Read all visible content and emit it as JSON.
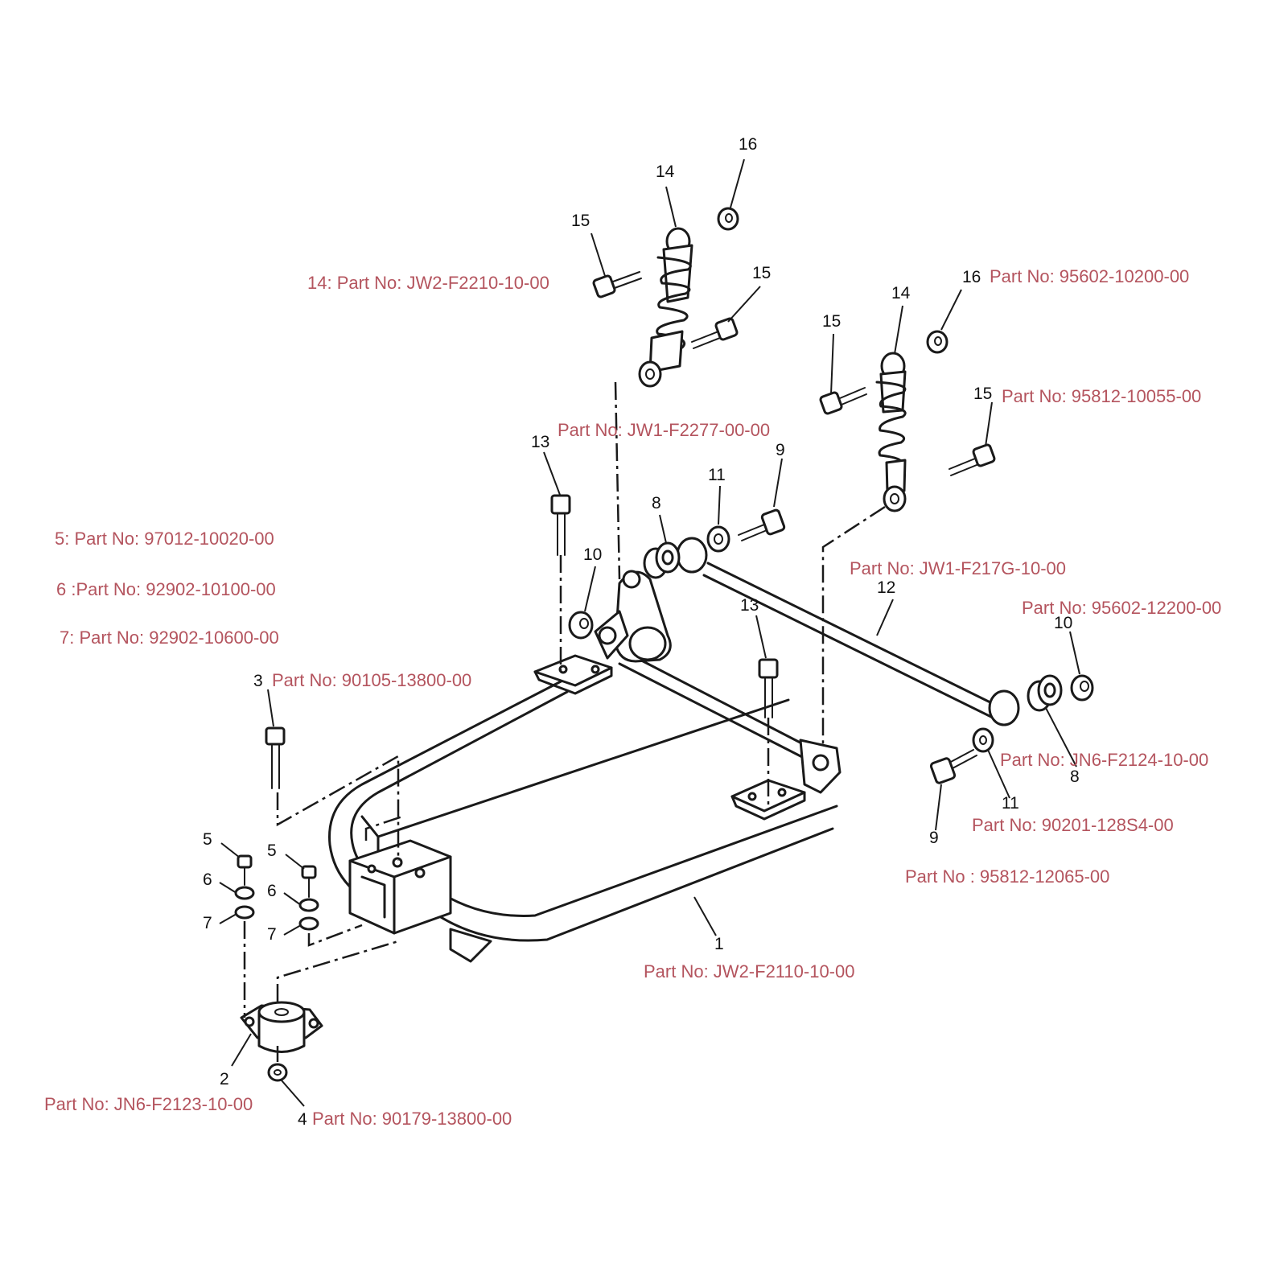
{
  "callouts": {
    "c1": "1",
    "c2": "2",
    "c3": "3",
    "c4": "4",
    "c5a": "5",
    "c5b": "5",
    "c6a": "6",
    "c6b": "6",
    "c7a": "7",
    "c7b": "7",
    "c8a": "8",
    "c8b": "8",
    "c9a": "9",
    "c9b": "9",
    "c10a": "10",
    "c10b": "10",
    "c11a": "11",
    "c11b": "11",
    "c12": "12",
    "c13a": "13",
    "c13b": "13",
    "c14a": "14",
    "c14b": "14",
    "c15a": "15",
    "c15b": "15",
    "c15c": "15",
    "c15d": "15",
    "c16a": "16",
    "c16b": "16"
  },
  "part_labels": {
    "p14_shock": "14: Part No: JW2-F2210-10-00",
    "p16": "Part No: 95602-10200-00",
    "p15": "Part No:  95812-10055-00",
    "p_bracket": "Part No:  JW1-F2277-00-00",
    "p5": "5: Part No: 97012-10020-00",
    "p6": "6 :Part No: 92902-10100-00",
    "p7": "7: Part No:  92902-10600-00",
    "p3": "Part No:  90105-13800-00",
    "p12": "Part No: JW1-F217G-10-00",
    "p10": "Part No: 95602-12200-00",
    "p8": "Part No:  JN6-F2124-10-00",
    "p11": "Part No: 90201-128S4-00",
    "p9": "Part No :  95812-12065-00",
    "p1": "Part No: JW2-F2110-10-00",
    "p2": "Part No: JN6-F2123-10-00",
    "p4": "Part No:  90179-13800-00"
  }
}
